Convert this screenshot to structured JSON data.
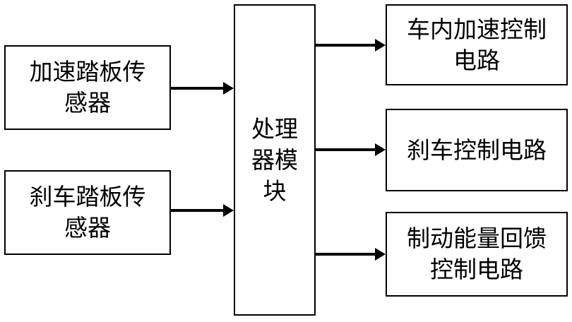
{
  "inputs": {
    "accel_sensor": "加速踏板传\n感器",
    "brake_sensor": "刹车踏板传\n感器"
  },
  "processor": "处理\n器模\n块",
  "outputs": {
    "accel_control": "车内加速控制\n电路",
    "brake_control": "刹车控制电路",
    "regen_control": "制动能量回馈\n控制电路"
  }
}
